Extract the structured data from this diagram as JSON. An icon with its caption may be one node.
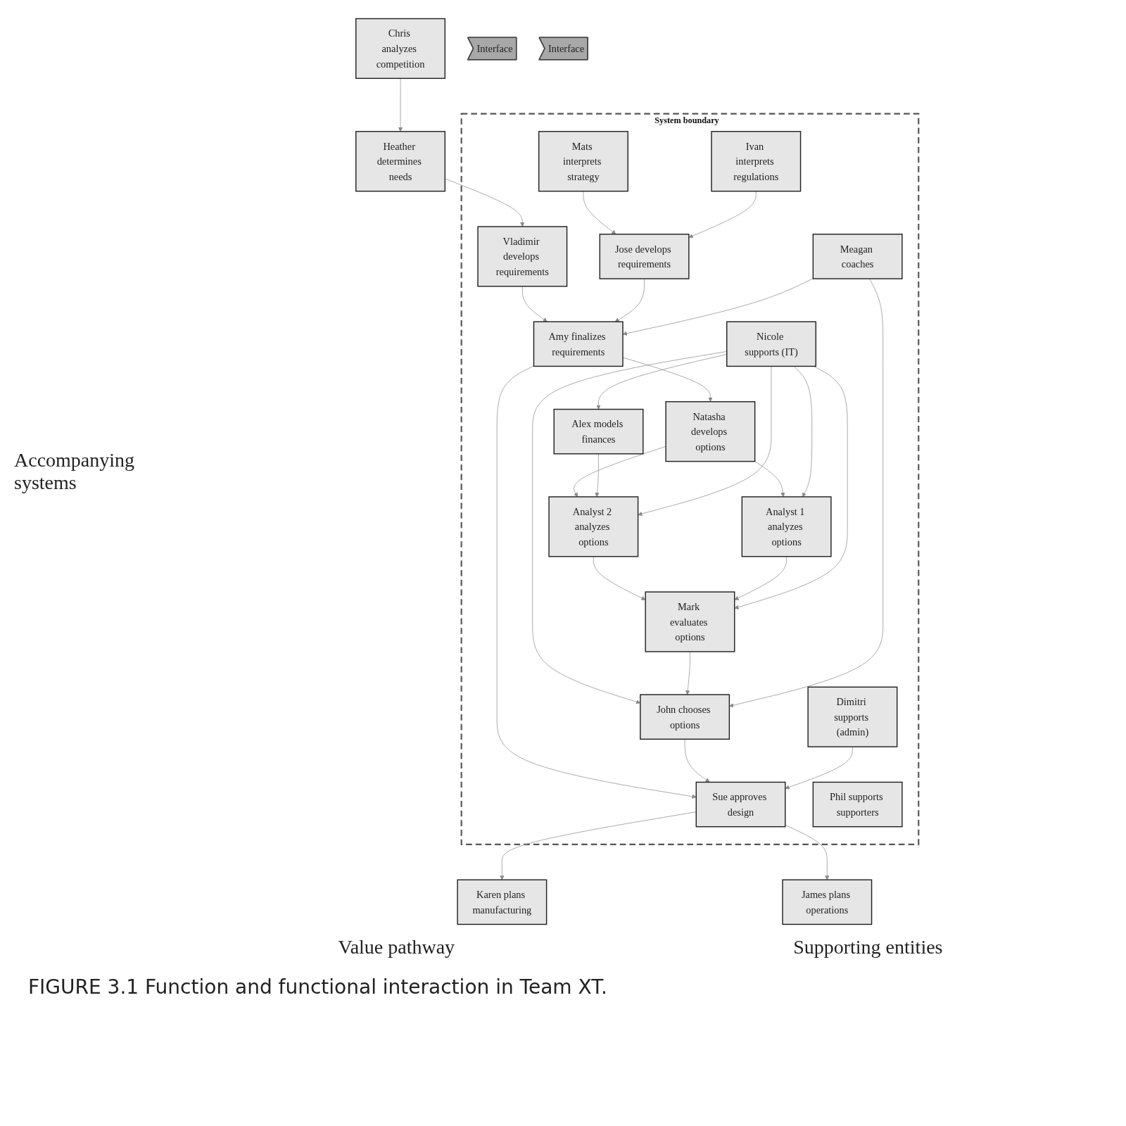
{
  "diagram": {
    "caption": "FIGURE 3.1 Function and functional interaction in Team XT.",
    "nodes": [
      {
        "text": [
          "Chris analyzes competition"
        ]
      },
      {
        "text": [
          "System boundary"
        ]
      },
      {
        "text": [
          "Mats interprets strategy"
        ],
        "in": 1
      },
      {
        "text": [
          "Ivan interprets regulations"
        ],
        "in": 1
      },
      {
        "text": [
          "Heather determines needs"
        ]
      },
      {
        "text": [
          "Vladimir develops requirements"
        ],
        "in": 1
      },
      {
        "text": [
          "Jose develops requirements"
        ],
        "in": 1
      },
      {
        "text": [
          "Interface"
        ]
      },
      {
        "text": [
          "Amy finalizes requirements"
        ],
        "in": 1
      },
      {
        "text": [
          "Phil supports supporters"
        ],
        "in": 1
      },
      {
        "text": [
          "Natasha develops options"
        ],
        "in": 1
      },
      {
        "text": [
          "Analyst 2 analyzes options"
        ],
        "in": 1
      },
      {
        "text": [
          "Alex models finances"
        ],
        "in": 1
      },
      {
        "text": [
          "Analyst 1 analyzes options"
        ],
        "in": 1
      },
      {
        "text": [
          "Mark evaluates options"
        ],
        "in": 1
      },
      {
        "text": [
          "Nicole supports (IT)"
        ],
        "in": 1
      },
      {
        "text": [
          "Interface"
        ]
      },
      {
        "text": [
          "Karen plans manufacturing"
        ]
      },
      {
        "text": [
          "John chooses options"
        ],
        "in": 1
      },
      {
        "text": [
          "Meagan coaches"
        ],
        "in": 1
      },
      {
        "text": [
          "James plans operations"
        ]
      },
      {
        "text": [
          "Sue approves design"
        ],
        "in": 1
      },
      {
        "text": [
          "Dimitri supports (admin)"
        ],
        "in": 1
      }
    ],
    "edges": [
      {
        "from": 0,
        "to": 4,
        "arrow": "to"
      },
      {
        "from": 4,
        "to": 5,
        "arrow": "to"
      },
      {
        "from": 2,
        "to": 6,
        "arrow": "to"
      },
      {
        "from": 3,
        "to": 6,
        "arrow": "to"
      },
      {
        "from": 5,
        "to": 8,
        "arrow": "to"
      },
      {
        "from": 6,
        "to": 8,
        "arrow": "to"
      },
      {
        "from": 8,
        "to": 10,
        "arrow": "to"
      },
      {
        "from": 8,
        "to": 21,
        "arrow": "to"
      },
      {
        "from": 19,
        "to": 8,
        "arrow": "to"
      },
      {
        "from": 10,
        "to": 13,
        "arrow": "to"
      },
      {
        "from": 10,
        "to": 11,
        "arrow": "to"
      },
      {
        "from": 12,
        "to": 11,
        "arrow": "to"
      },
      {
        "from": 15,
        "to": 11,
        "arrow": "to"
      },
      {
        "from": 15,
        "to": 13,
        "arrow": "to"
      },
      {
        "from": 15,
        "to": 12,
        "arrow": "to"
      },
      {
        "from": 11,
        "to": 14,
        "arrow": "to"
      },
      {
        "from": 13,
        "to": 14,
        "arrow": "to"
      },
      {
        "from": 15,
        "to": 14,
        "arrow": "to"
      },
      {
        "from": 15,
        "to": 18,
        "arrow": "to"
      },
      {
        "from": 14,
        "to": 18,
        "arrow": "to"
      },
      {
        "from": 19,
        "to": 18,
        "arrow": "to"
      },
      {
        "from": 18,
        "to": 21,
        "arrow": "to"
      },
      {
        "from": 22,
        "to": 21,
        "arrow": "to"
      },
      {
        "from": 21,
        "to": 17,
        "arrow": "to"
      },
      {
        "from": 21,
        "to": 20,
        "arrow": "to"
      }
    ],
    "labels": [
      "Accompanying systems",
      "Value pathway",
      "Supporting entities"
    ]
  }
}
